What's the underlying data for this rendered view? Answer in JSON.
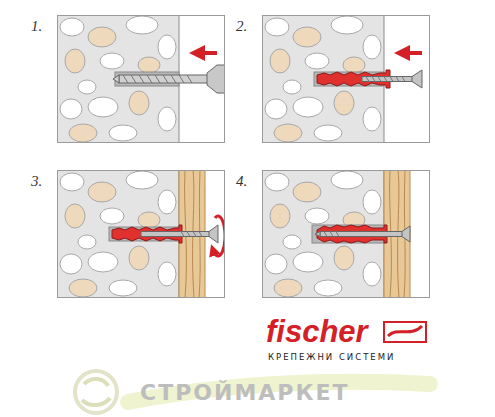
{
  "diagram": {
    "nodes": [
      {
        "text": [
          "1."
        ]
      },
      {
        "text": [
          "2."
        ]
      },
      {
        "text": [
          "3."
        ]
      },
      {
        "text": [
          "4."
        ]
      }
    ],
    "labels": [
      "fischer",
      "КРЕПЕЖНИ СИСТЕМИ",
      "СТРОЙМАРКЕТ"
    ]
  }
}
